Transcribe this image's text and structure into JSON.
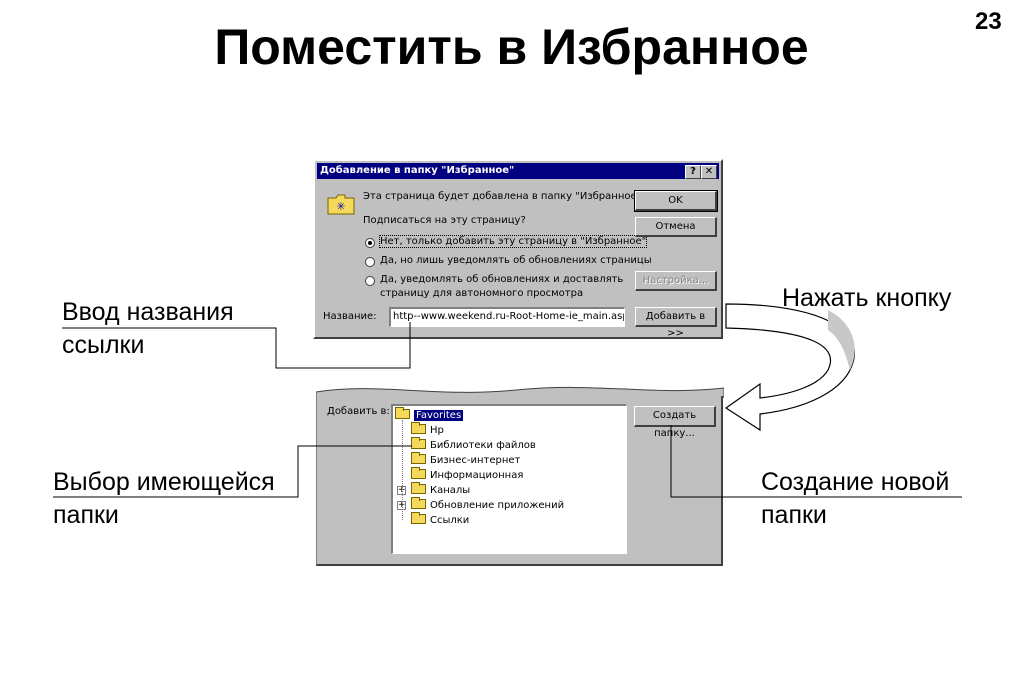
{
  "slide": {
    "title": "Поместить в Избранное",
    "number": "23"
  },
  "dialog": {
    "title": "Добавление в папку \"Избранное\"",
    "help_btn": "?",
    "close_btn": "✕",
    "message": "Эта страница будет добавлена в папку \"Избранное\".",
    "question": "Подписаться на эту страницу?",
    "options": [
      {
        "label": "Нет, только добавить эту страницу в \"Избранное\"",
        "selected": true
      },
      {
        "label": "Да, но лишь уведомлять об обновлениях страницы",
        "selected": false
      },
      {
        "label": "Да, уведомлять об обновлениях и доставлять",
        "label2": "страницу для автономного просмотра",
        "selected": false
      }
    ],
    "name_label": "Название:",
    "name_value": "http--www.weekend.ru-Root-Home-ie_main.asp",
    "ok": "OK",
    "cancel": "Отмена",
    "settings": "Настройка...",
    "add_to": "Добавить в >>"
  },
  "folder_panel": {
    "label": "Добавить в:",
    "create_folder": "Создать папку...",
    "tree": [
      {
        "label": "Favorites",
        "selected": true,
        "root": true
      },
      {
        "label": "Hp"
      },
      {
        "label": "Библиотеки файлов"
      },
      {
        "label": "Бизнес-интернет"
      },
      {
        "label": "Информационная"
      },
      {
        "label": "Каналы",
        "expand": "+"
      },
      {
        "label": "Обновление приложений",
        "expand": "+"
      },
      {
        "label": "Ссылки"
      }
    ]
  },
  "annotations": {
    "name_input": [
      "Ввод названия",
      "ссылки"
    ],
    "press_button": "Нажать кнопку",
    "choose_folder": [
      "Выбор имеющейся",
      "папки"
    ],
    "new_folder": [
      "Создание новой",
      "папки"
    ]
  },
  "colors": {
    "titlebar": "#000080",
    "window": "#c0c0c0",
    "folder": "#f5d95b"
  }
}
